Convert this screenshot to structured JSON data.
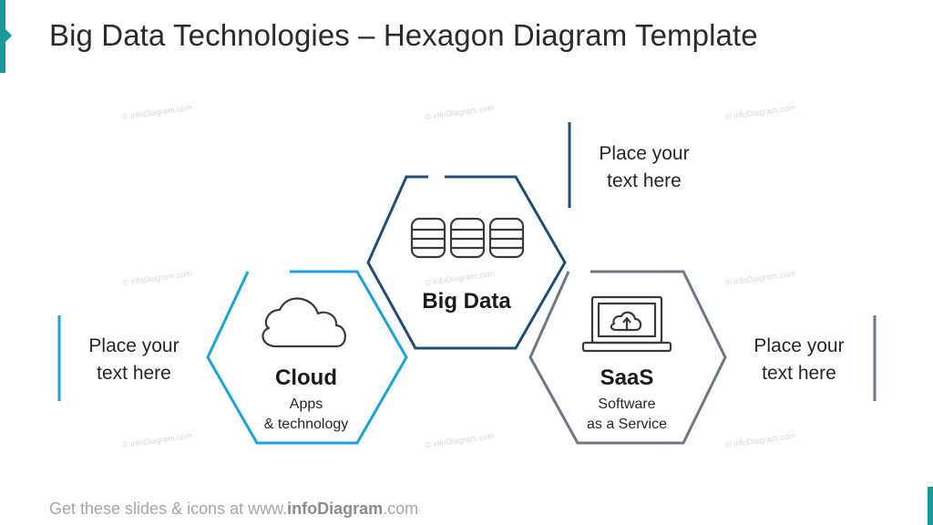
{
  "slide": {
    "title": "Big Data Technologies – Hexagon Diagram Template"
  },
  "watermark": "© infoDiagram.com",
  "colors": {
    "accent": "#1a9a9a",
    "cloud": "#1ba3dc",
    "big_data": "#1f4e79",
    "saas": "#6d7785"
  },
  "hexagons": {
    "cloud": {
      "title": "Cloud",
      "line1": "Apps",
      "line2": "& technology",
      "icon": "cloud-icon"
    },
    "big_data": {
      "title": "Big Data",
      "icon": "database-icon"
    },
    "saas": {
      "title": "SaaS",
      "line1": "Software",
      "line2": "as a Service",
      "icon": "laptop-cloud-upload-icon"
    }
  },
  "callouts": {
    "left": {
      "line1": "Place your",
      "line2": "text here"
    },
    "top": {
      "line1": "Place your",
      "line2": "text here"
    },
    "right": {
      "line1": "Place your",
      "line2": "text here"
    }
  },
  "footer": {
    "prefix": "Get these slides  & icons  at www.",
    "brand": "infoDiagram",
    "suffix": ".com"
  }
}
